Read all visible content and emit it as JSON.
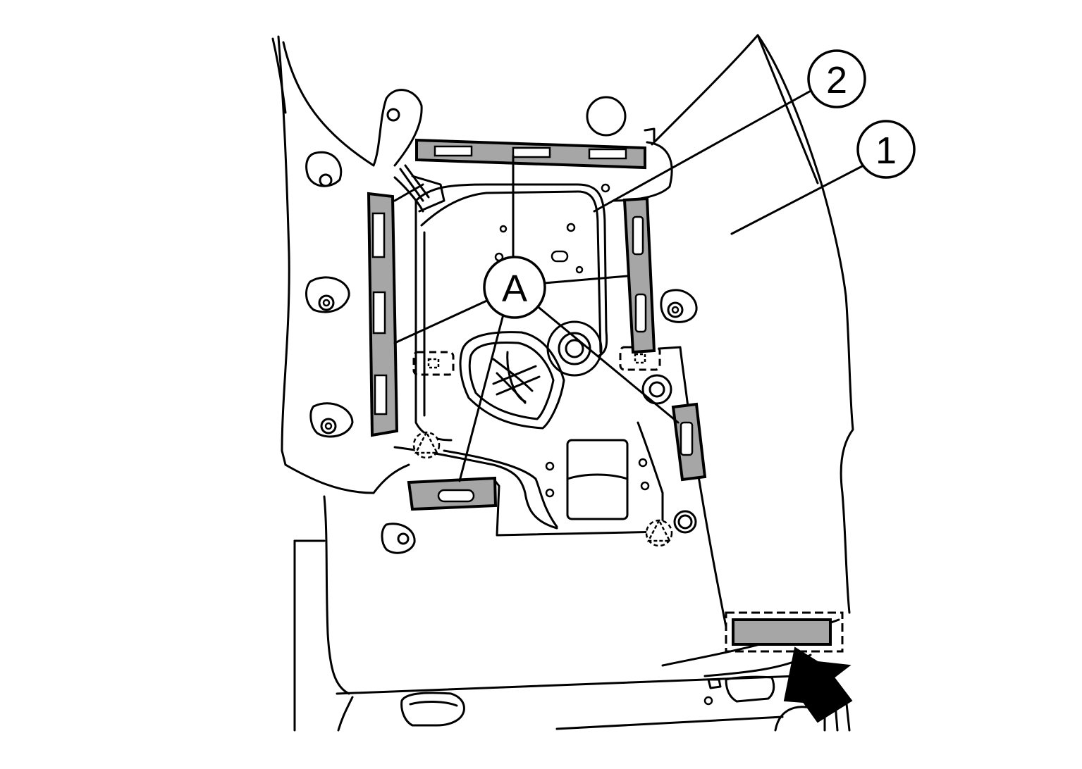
{
  "diagram": {
    "callouts": [
      {
        "id": "1",
        "label": "1"
      },
      {
        "id": "2",
        "label": "2"
      },
      {
        "id": "A",
        "label": "A"
      }
    ],
    "colors": {
      "line": "#000000",
      "clip_fill": "#a6a6a6",
      "background": "#ffffff"
    },
    "icons": [
      "forward-arrow-icon",
      "locator-triangle-icon",
      "locator-square-icon"
    ]
  }
}
